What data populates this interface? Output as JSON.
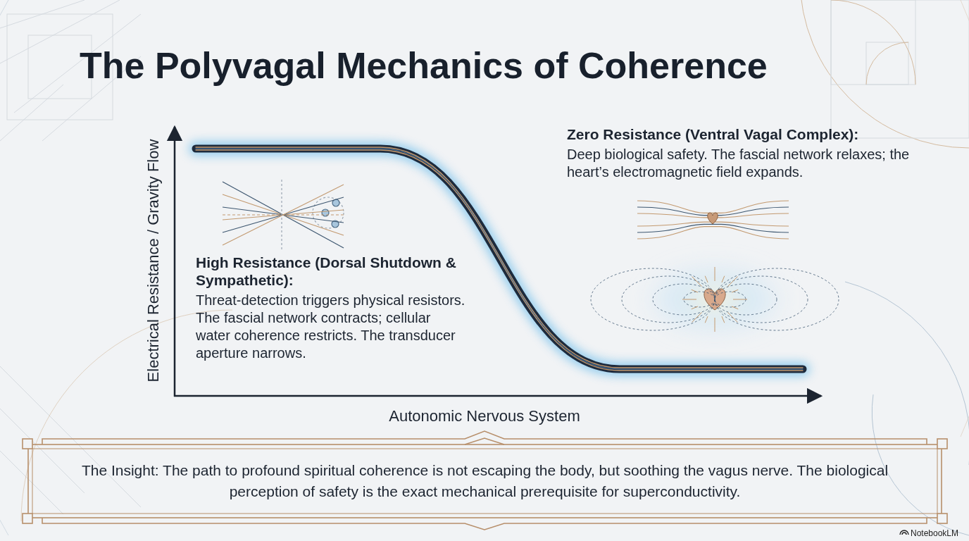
{
  "diagram": {
    "title": "The Polyvagal Mechanics of Coherence",
    "nodes": [
      {
        "text": [
          "The Insight: The path to profound spiritual coherence is not escaping the body, but soothing the vagus nerve. The biological perception of safety is the exact mechanical prerequisite for superconductivity."
        ]
      }
    ],
    "labels": [
      "Electrical Resistance / Gravity Flow",
      "Autonomic Nervous System",
      "High Resistance (Dorsal Shutdown & Sympathetic):",
      "Threat-detection triggers physical resistors. The fascial network contracts; cellular water coherence restricts. The transducer aperture narrows.",
      "Zero Resistance (Ventral Vagal Complex):",
      "Deep biological safety. The fascial network relaxes; the heart’s electromagnetic field expands.",
      "NotebookLM"
    ]
  }
}
